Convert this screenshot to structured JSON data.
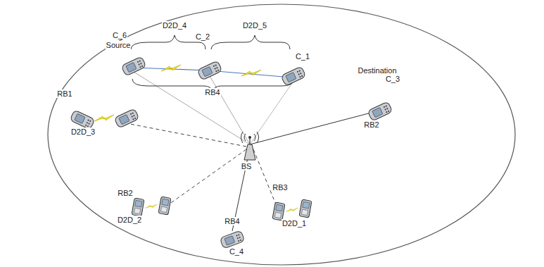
{
  "diagram": {
    "labels": [
      "D2D_4",
      "D2D_5",
      "C_6",
      "C_2",
      "Source",
      "C_1",
      "Destination",
      "C_3",
      "RB4",
      "RB1",
      "D2D_3",
      "RB2",
      "BS",
      "RB2",
      "D2D_2",
      "RB3",
      "D2D_1",
      "RB4",
      "C_4"
    ]
  }
}
